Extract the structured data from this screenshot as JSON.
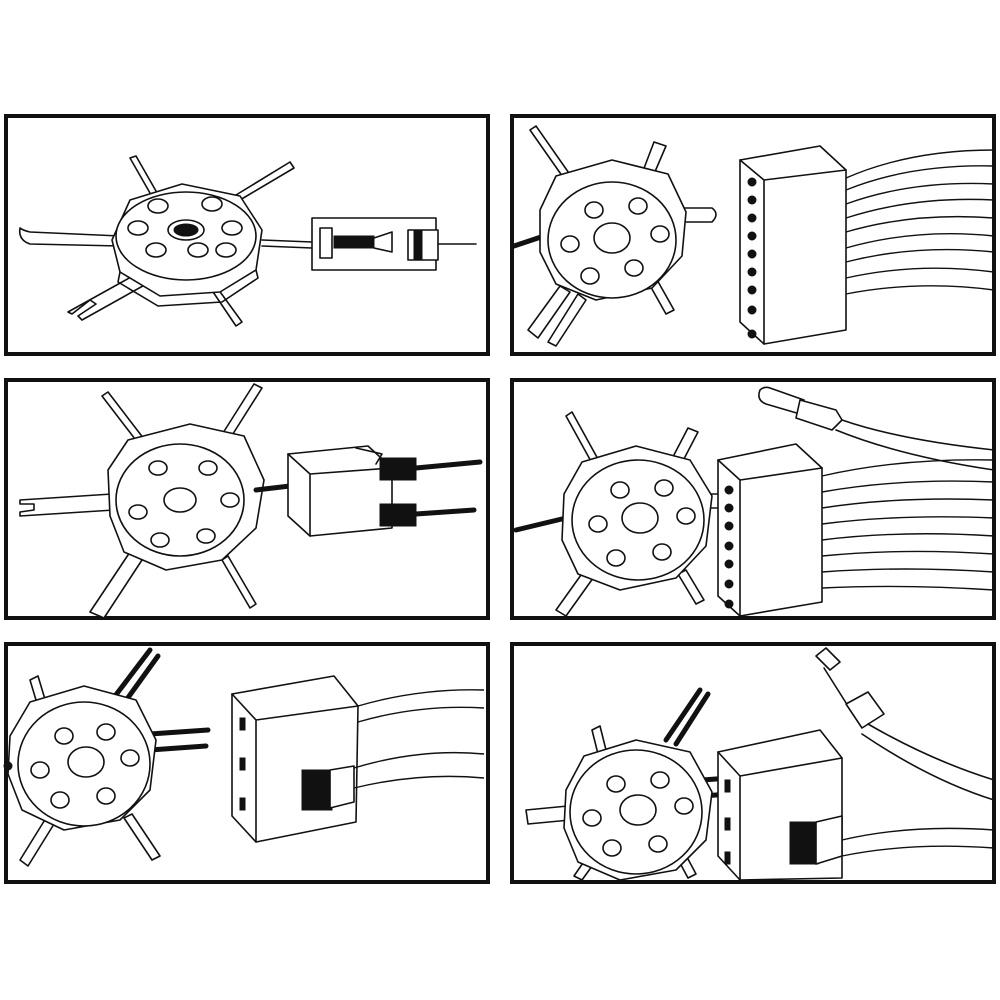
{
  "figure": {
    "kind": "instruction-diagram",
    "description_visible_text": "",
    "panels": [
      {
        "id": "p1",
        "subject": "tool-with-terminal-pin"
      },
      {
        "id": "p2",
        "subject": "tool-insert-into-connector-row"
      },
      {
        "id": "p3",
        "subject": "tool-with-plug-connector"
      },
      {
        "id": "p4",
        "subject": "tool-release-connector-with-wires"
      },
      {
        "id": "p5",
        "subject": "tool-fork-with-socket-block"
      },
      {
        "id": "p6",
        "subject": "tool-fork-into-socket-block"
      }
    ],
    "icons": [
      "extraction-tool-icon",
      "connector-block-icon",
      "terminal-pin-icon",
      "wire-bundle-icon"
    ],
    "colors": {
      "ink": "#111111",
      "paper": "#ffffff"
    }
  }
}
